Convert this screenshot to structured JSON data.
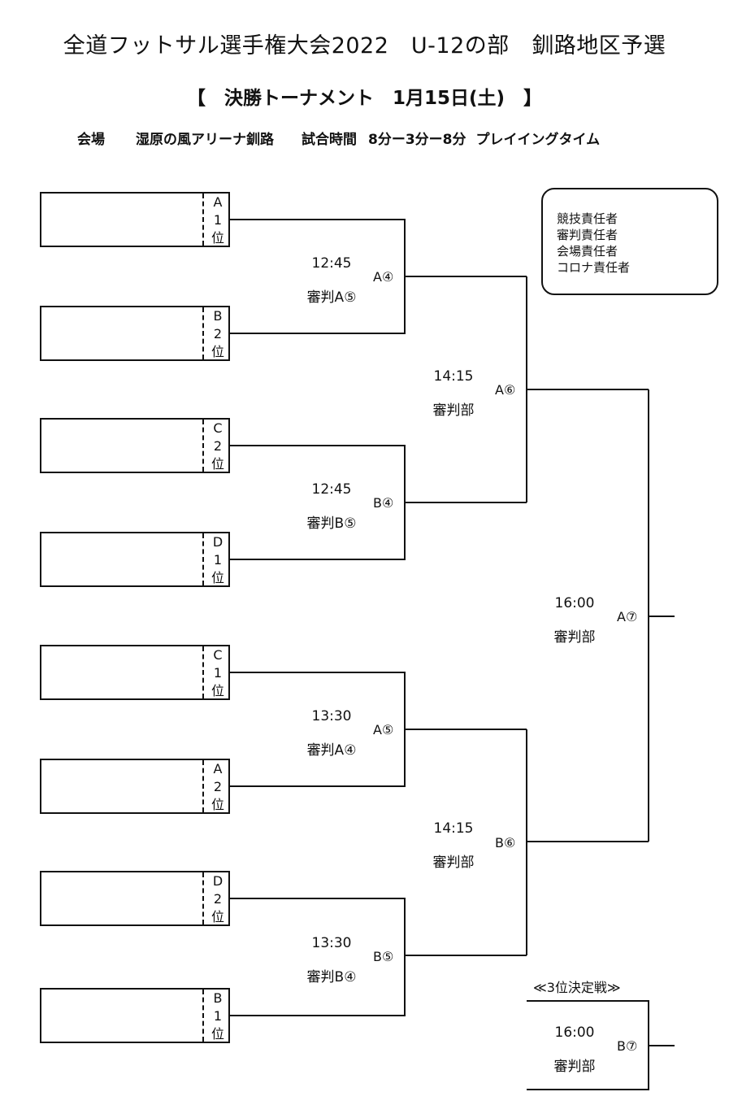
{
  "header": {
    "title": "全道フットサル選手権大会2022　U-12の部　釧路地区予選",
    "subtitle": "【　決勝トーナメント　1月15日(土)　】",
    "venue_label": "会場",
    "venue": "湿原の風アリーナ釧路",
    "time_label": "試合時間",
    "time_format": "8分ー3分ー8分",
    "time_type": "プレイイングタイム"
  },
  "teams": [
    {
      "seed": [
        "A",
        "1",
        "位"
      ]
    },
    {
      "seed": [
        "B",
        "2",
        "位"
      ]
    },
    {
      "seed": [
        "C",
        "2",
        "位"
      ]
    },
    {
      "seed": [
        "D",
        "1",
        "位"
      ]
    },
    {
      "seed": [
        "C",
        "1",
        "位"
      ]
    },
    {
      "seed": [
        "A",
        "2",
        "位"
      ]
    },
    {
      "seed": [
        "D",
        "2",
        "位"
      ]
    },
    {
      "seed": [
        "B",
        "1",
        "位"
      ]
    }
  ],
  "matches": [
    {
      "code": "A④",
      "time": "12:45",
      "referee": "審判A⑤"
    },
    {
      "code": "B④",
      "time": "12:45",
      "referee": "審判B⑤"
    },
    {
      "code": "A⑤",
      "time": "13:30",
      "referee": "審判A④"
    },
    {
      "code": "B⑤",
      "time": "13:30",
      "referee": "審判B④"
    },
    {
      "code": "A⑥",
      "time": "14:15",
      "referee": "審判部"
    },
    {
      "code": "B⑥",
      "time": "14:15",
      "referee": "審判部"
    },
    {
      "code": "A⑦",
      "time": "16:00",
      "referee": "審判部"
    }
  ],
  "officials": [
    "競技責任者",
    "審判責任者",
    "会場責任者",
    "コロナ責任者"
  ],
  "third_place": {
    "title": "≪3位決定戦≫",
    "code": "B⑦",
    "time": "16:00",
    "referee": "審判部"
  }
}
